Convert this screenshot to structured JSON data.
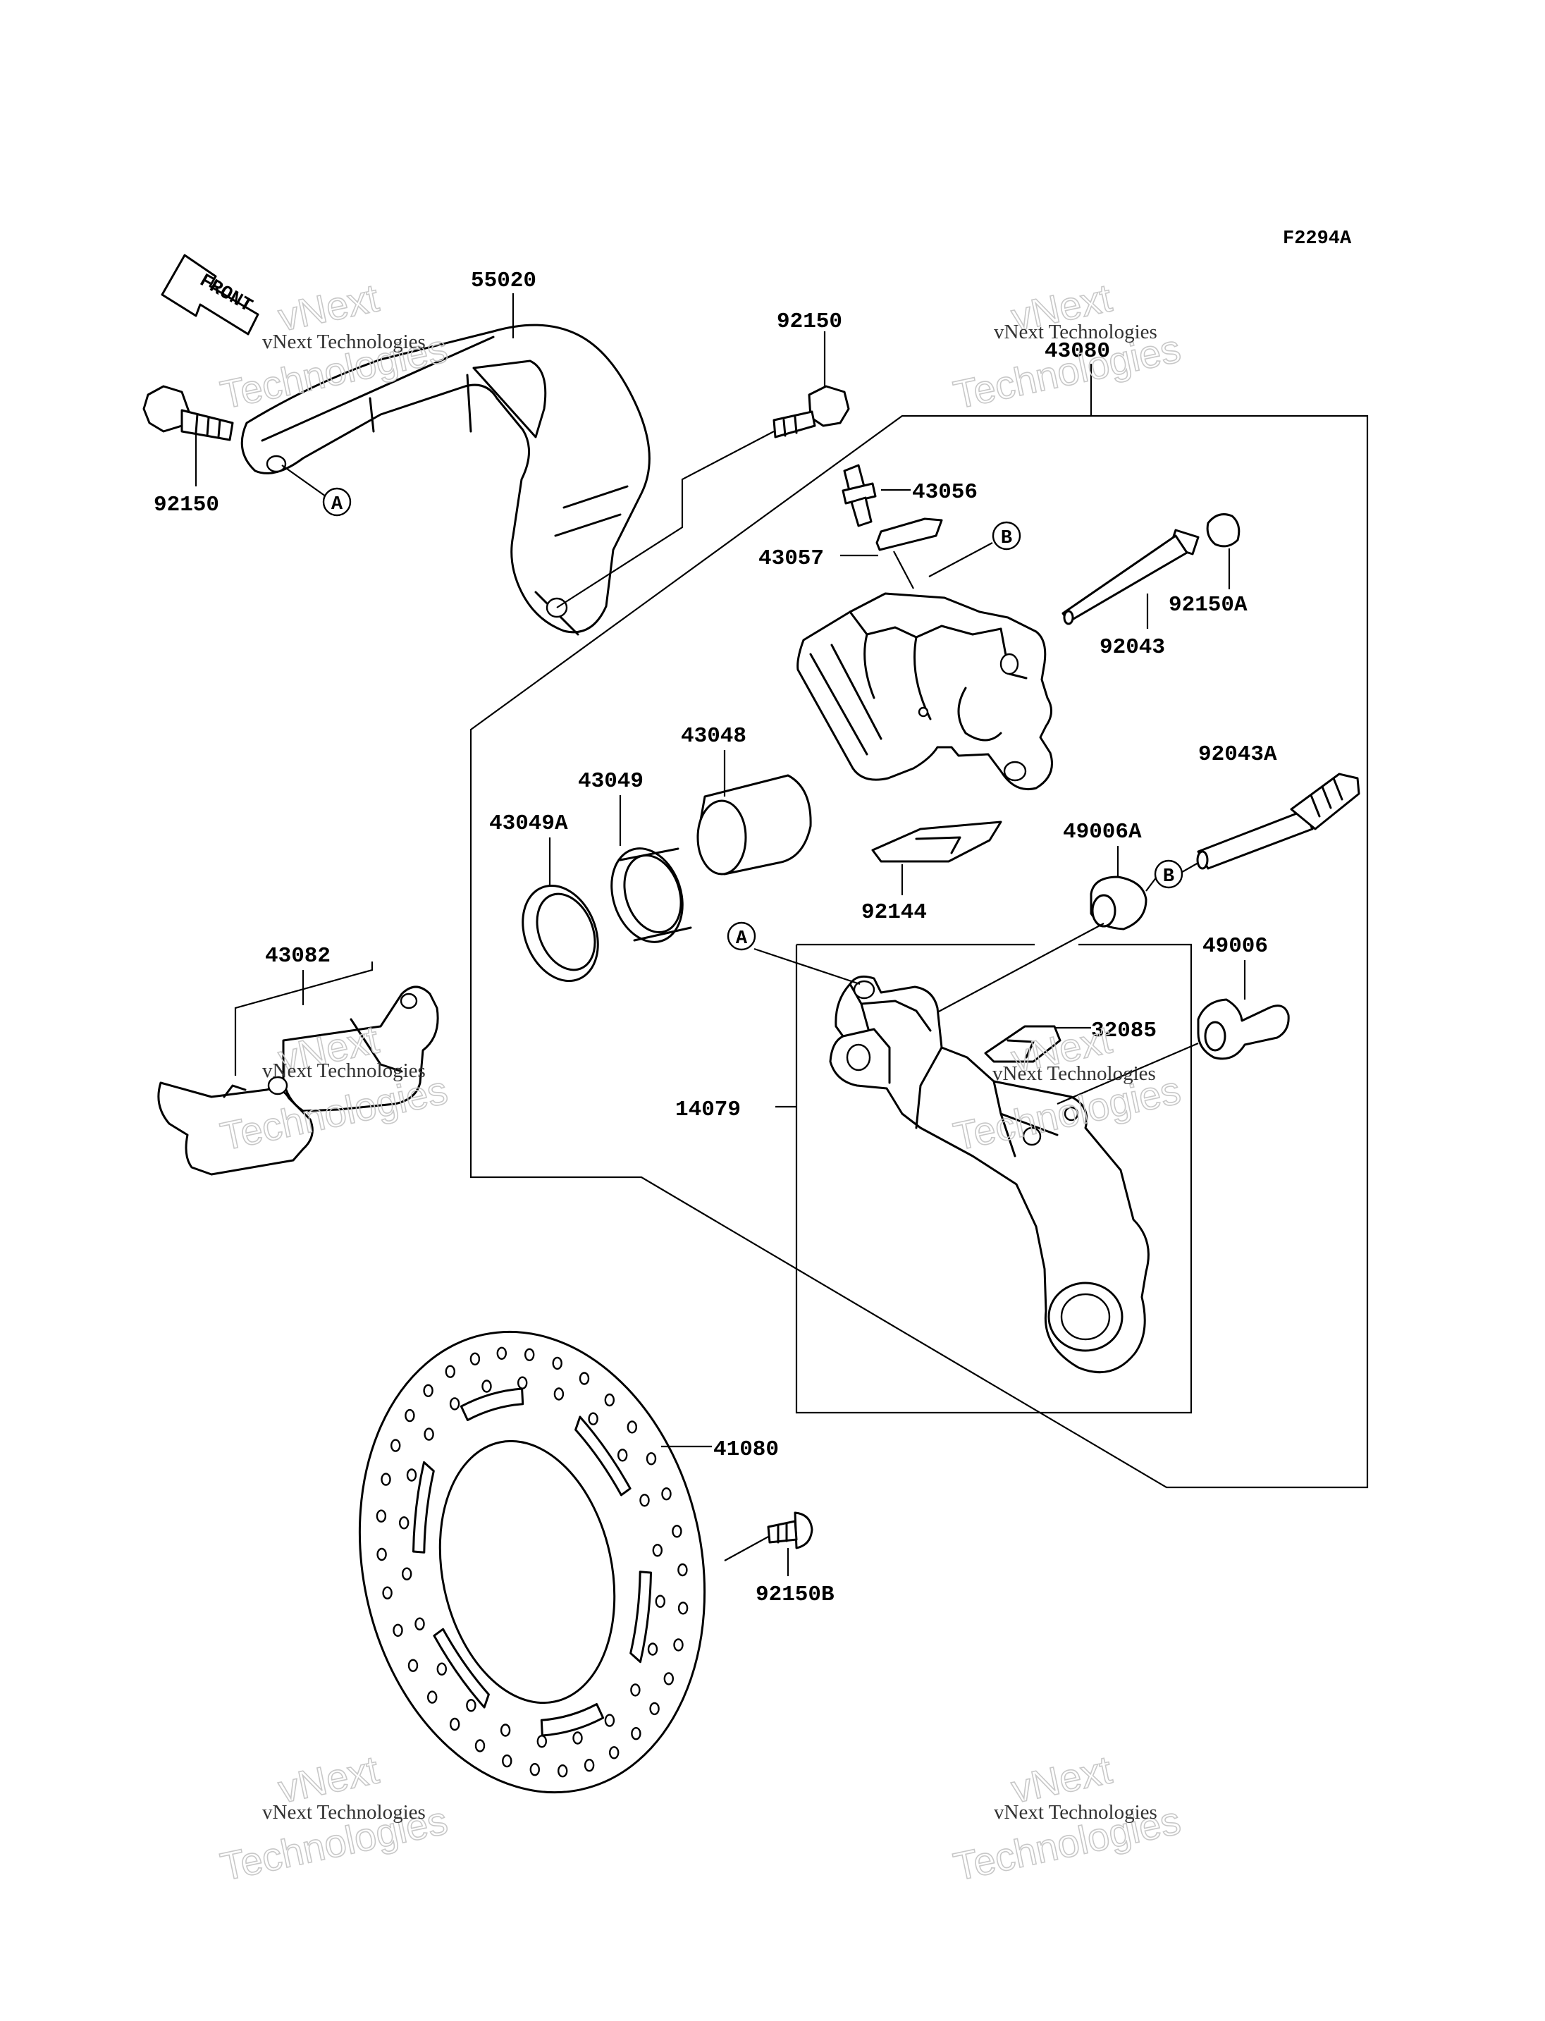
{
  "figure_code": "F2294A",
  "front_label": "FRONT",
  "callouts": [
    "A",
    "B"
  ],
  "parts": {
    "p55020": "55020",
    "p92150_top": "92150",
    "p92150_left": "92150",
    "p43080": "43080",
    "p43056": "43056",
    "p43057": "43057",
    "p92150A": "92150A",
    "p92043": "92043",
    "p43048": "43048",
    "p43049": "43049",
    "p43049A": "43049A",
    "p92043A": "92043A",
    "p49006A": "49006A",
    "p92144": "92144",
    "p43082": "43082",
    "p49006": "49006",
    "p32085": "32085",
    "p14079": "14079",
    "p41080": "41080",
    "p92150B": "92150B"
  },
  "watermark": {
    "line1": "vNext",
    "line2": "Technologies",
    "caption": "vNext Technologies"
  }
}
